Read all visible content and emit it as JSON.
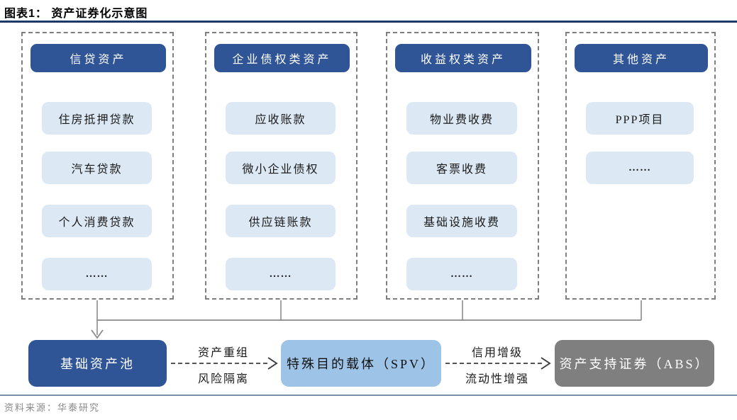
{
  "title": "图表1： 资产证券化示意图",
  "columns": [
    {
      "header": "信贷资产",
      "items": [
        "住房抵押贷款",
        "汽车贷款",
        "个人消费贷款",
        "……"
      ]
    },
    {
      "header": "企业债权类资产",
      "items": [
        "应收账款",
        "微小企业债权",
        "供应链账款",
        "……"
      ]
    },
    {
      "header": "收益权类资产",
      "items": [
        "物业费收费",
        "客票收费",
        "基础设施收费",
        "……"
      ]
    },
    {
      "header": "其他资产",
      "items": [
        "PPP项目",
        "……"
      ]
    }
  ],
  "flow": {
    "pool_label": "基础资产池",
    "arrow1_top": "资产重组",
    "arrow1_bottom": "风险隔离",
    "spv_label": "特殊目的载体（SPV）",
    "arrow2_top": "信用增级",
    "arrow2_bottom": "流动性增强",
    "abs_label": "资产支持证券（ABS）"
  },
  "footer": {
    "source": "资料来源：华泰研究"
  },
  "colors": {
    "primary_blue": "#2F5597",
    "light_blue_fill": "#DCE9F5",
    "spv_blue": "#9DC3E6",
    "abs_gray": "#7F7F7F",
    "dashed_border_gray": "#7F7F7F",
    "title_rule_navy": "#203864",
    "footer_rule_slate": "#7B8EA8"
  }
}
